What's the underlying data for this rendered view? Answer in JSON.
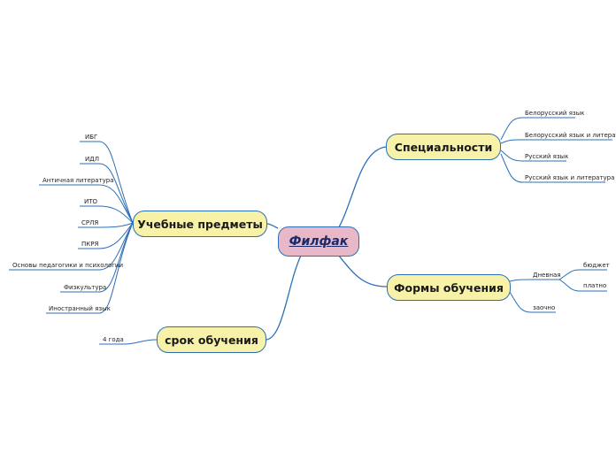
{
  "root": {
    "label": "Филфак"
  },
  "branches": {
    "specialties": {
      "label": "Специальности",
      "items": [
        "Белорусский язык",
        "Белорусский язык и литература",
        "Русский язык",
        "Русский язык и литература"
      ]
    },
    "subjects": {
      "label": "Учебные предметы",
      "items": [
        "ИБГ",
        "ИДЛ",
        "Античная литература",
        "ИТО",
        "СРЛЯ",
        "ПКРЯ",
        "Основы педагогики и психологии",
        "Физкультура",
        "Иностранный язык"
      ]
    },
    "forms": {
      "label": "Формы обучения",
      "items": [
        {
          "label": "Дневная",
          "children": [
            "бюджет",
            "платно"
          ]
        },
        {
          "label": "заочно"
        }
      ]
    },
    "duration": {
      "label": "срок обучения",
      "items": [
        "4 года"
      ]
    }
  },
  "colors": {
    "edge": "#2c6fb7",
    "branch_fill": "#f7f2a8",
    "root_fill": "#e8b8c8"
  }
}
